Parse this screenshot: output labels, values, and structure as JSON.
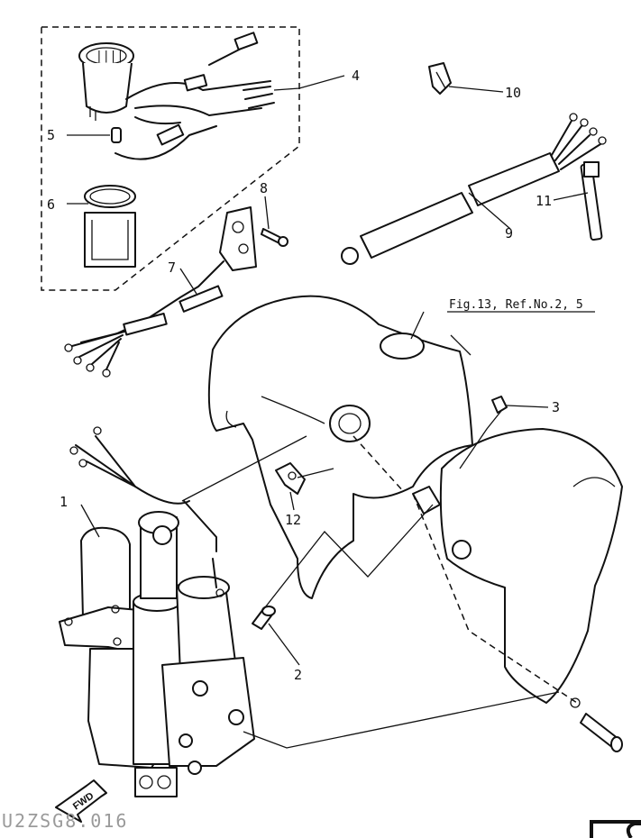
{
  "callouts": {
    "c1": "1",
    "c2": "2",
    "c3": "3",
    "c4": "4",
    "c5": "5",
    "c6": "6",
    "c7": "7",
    "c8": "8",
    "c9": "9",
    "c10": "10",
    "c11": "11",
    "c12": "12"
  },
  "reference_label": "Fig.13, Ref.No.2, 5",
  "fwd_label": "FWD",
  "drawing_code": "U2ZSG8.016",
  "colors": {
    "ink": "#111111",
    "paper": "#ffffff",
    "code_gray": "#9a9a9a"
  }
}
